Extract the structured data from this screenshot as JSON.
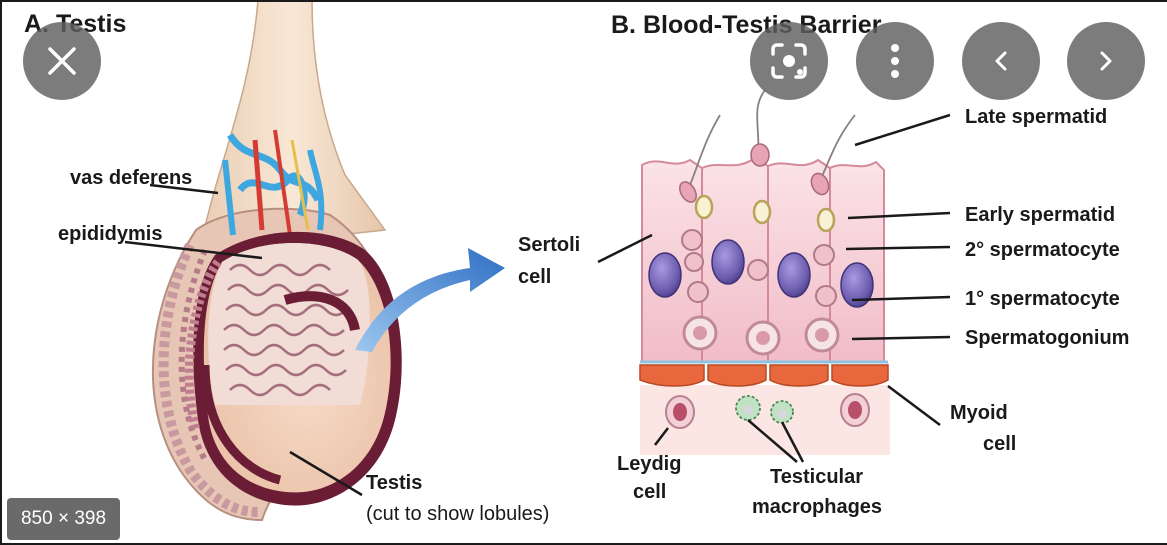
{
  "panel_a": {
    "title": "A. Testis",
    "labels": {
      "vas_deferens": "vas deferens",
      "epididymis": "epididymis",
      "testis": "Testis",
      "testis_note": "(cut to show lobules)"
    }
  },
  "panel_b": {
    "title": "B. Blood-Testis Barrier",
    "labels": {
      "sertoli_1": "Sertoli",
      "sertoli_2": "cell",
      "late_spermatid": "Late spermatid",
      "early_spermatid": "Early spermatid",
      "secondary_spermatocyte": "2° spermatocyte",
      "primary_spermatocyte": "1° spermatocyte",
      "spermatogonium": "Spermatogonium",
      "myoid_1": "Myoid",
      "myoid_2": "cell",
      "leydig_1": "Leydig",
      "leydig_2": "cell",
      "macrophages_1": "Testicular",
      "macrophages_2": "macrophages"
    }
  },
  "viewer": {
    "dimensions": "850 × 398",
    "close_icon": "close-icon",
    "lens_icon": "lens-icon",
    "more_icon": "more-vert-icon",
    "prev_icon": "chevron-left-icon",
    "next_icon": "chevron-right-icon"
  },
  "colors": {
    "overlay_button": "#5f5f5f",
    "sertoli_pink": "#f6cfd6",
    "nucleus_purple": "#7a6bb8",
    "myoid_orange": "#e8673d",
    "vessel_blue": "#3fa7e0",
    "arrow_blue": "#3f7ed1",
    "tunica_dark": "#6b1d36"
  }
}
